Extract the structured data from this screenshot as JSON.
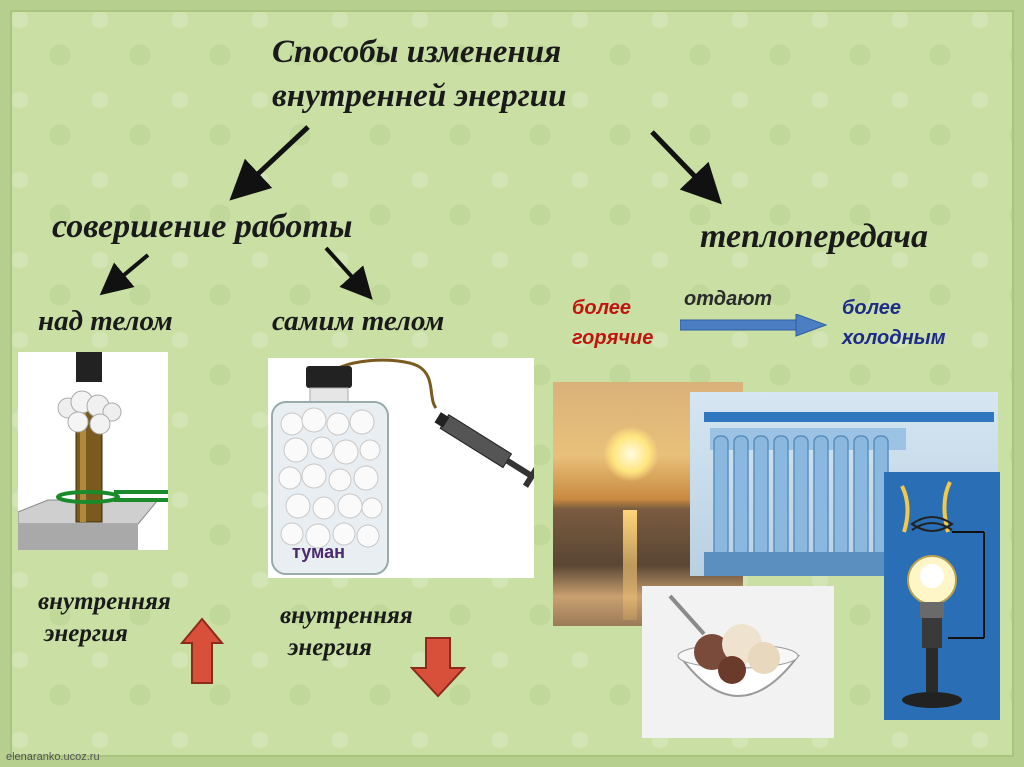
{
  "title": {
    "line1": "Способы изменения",
    "line2": "внутренней энергии"
  },
  "work": {
    "heading": "совершение работы",
    "on_body": "над телом",
    "by_body": "самим телом",
    "energy_on": {
      "line1": "внутренняя",
      "line2": "энергия",
      "direction": "up"
    },
    "energy_by": {
      "line1": "внутренняя",
      "line2": "энергия",
      "direction": "down"
    },
    "jar_label": "туман"
  },
  "heat": {
    "heading": "теплопередача",
    "from": {
      "line1": "более",
      "line2": "горячие"
    },
    "verb": "отдают",
    "to": {
      "line1": "более",
      "line2": "холодным"
    }
  },
  "footer": "elenaranko.ucoz.ru",
  "colors": {
    "background": "#c9dfa4",
    "arrow_energy": "#d9503a",
    "hot_text": "#c0150f",
    "cold_text": "#1c2a8a",
    "flow_arrow": "#4a7fc4"
  },
  "illustrations": [
    "fire-piston-picture",
    "jar-with-pump-picture",
    "sunset-picture",
    "radiator-picture",
    "ice-cream-picture",
    "light-bulb-picture"
  ]
}
